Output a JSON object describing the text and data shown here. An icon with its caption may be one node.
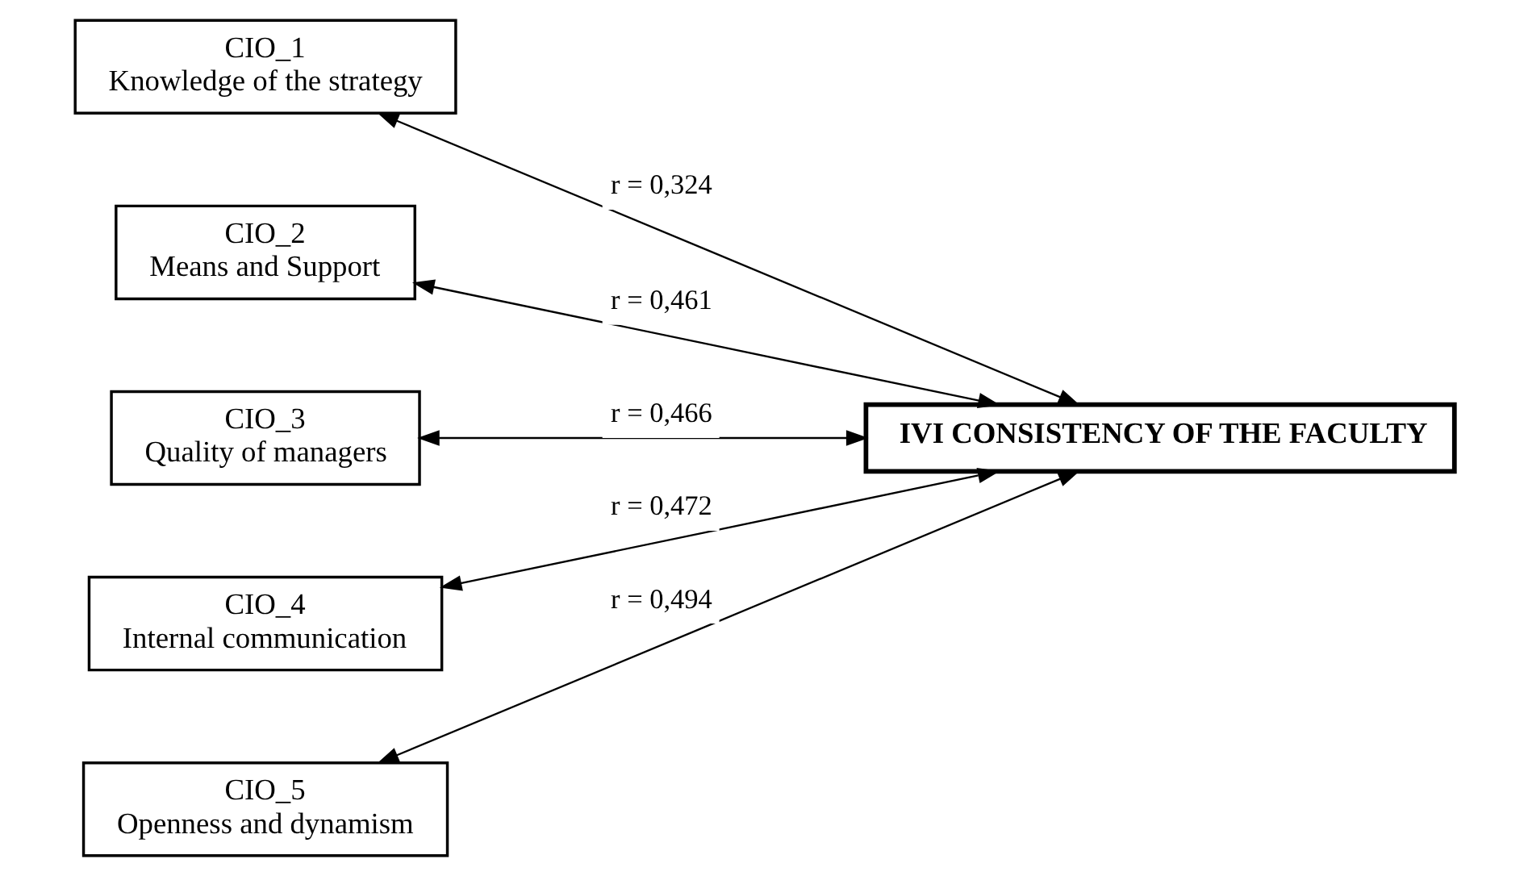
{
  "diagram": {
    "nodes": [
      {
        "text": [
          "CIO_1",
          "Knowledge of the strategy"
        ]
      },
      {
        "text": [
          "CIO_2",
          "Means and Support"
        ]
      },
      {
        "text": [
          "CIO_3",
          "Quality of managers"
        ]
      },
      {
        "text": [
          "CIO_4",
          "Internal communication"
        ]
      },
      {
        "text": [
          "CIO_5",
          "Openness and dynamism"
        ]
      },
      {
        "text": [
          "IVI CONSISTENCY OF THE FACULTY"
        ]
      }
    ],
    "edges": [
      {
        "from": 0,
        "to": 5,
        "arrow": "both",
        "label": "r = 0,324"
      },
      {
        "from": 1,
        "to": 5,
        "arrow": "both",
        "label": "r = 0,461"
      },
      {
        "from": 2,
        "to": 5,
        "arrow": "both",
        "label": "r = 0,466"
      },
      {
        "from": 3,
        "to": 5,
        "arrow": "both",
        "label": "r = 0,472"
      },
      {
        "from": 4,
        "to": 5,
        "arrow": "both",
        "label": "r = 0,494"
      }
    ]
  }
}
